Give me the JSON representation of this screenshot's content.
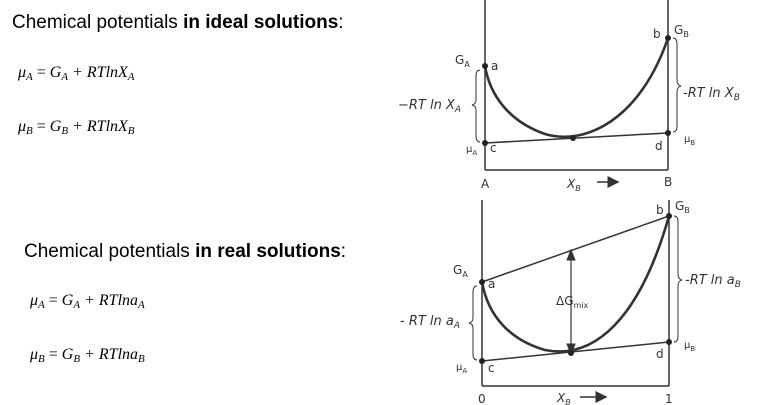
{
  "ideal": {
    "heading_pre": "Chemical potentials ",
    "heading_bold": "in ideal solutions",
    "heading_post": ":",
    "eq1": {
      "lhs": "μ",
      "lhs_sub": "A",
      "rhs_pre": "G",
      "rhs_sub": "A",
      "mid": " + RTlnX",
      "mid_sub": "A"
    },
    "eq2": {
      "lhs": "μ",
      "lhs_sub": "B",
      "rhs_pre": "G",
      "rhs_sub": "B",
      "mid": " + RTlnX",
      "mid_sub": "B"
    }
  },
  "real": {
    "heading_pre": "Chemical potentials ",
    "heading_bold": "in real solutions",
    "heading_post": ":",
    "eq1": {
      "lhs": "μ",
      "lhs_sub": "A",
      "rhs_pre": "G",
      "rhs_sub": "A",
      "mid": " + RTlna",
      "mid_sub": "A"
    },
    "eq2": {
      "lhs": "μ",
      "lhs_sub": "B",
      "rhs_pre": "G",
      "rhs_sub": "B",
      "mid": " + RTlna",
      "mid_sub": "B"
    }
  },
  "equals": "=",
  "diagram_top": {
    "GA": "G",
    "GA_sub": "A",
    "GB": "G",
    "GB_sub": "B",
    "a": "a",
    "b": "b",
    "c": "c",
    "d": "d",
    "muA": "μ",
    "muA_sub": "A",
    "muB": "μ",
    "muB_sub": "B",
    "left_label": "−RT ln X",
    "left_label_sub": "A",
    "right_label": "-RT ln X",
    "right_label_sub": "B",
    "axis_left": "A",
    "axis_right": "B",
    "axis_var": "X",
    "axis_var_sub": "B"
  },
  "diagram_bottom": {
    "GA": "G",
    "GA_sub": "A",
    "GB": "G",
    "GB_sub": "B",
    "a": "a",
    "b": "b",
    "c": "c",
    "d": "d",
    "muA": "μ",
    "muA_sub": "A",
    "muB": "μ",
    "muB_sub": "B",
    "left_label": "- RT ln a",
    "left_label_sub": "A",
    "right_label": "-RT ln a",
    "right_label_sub": "B",
    "dgmix": "ΔG",
    "dgmix_sub": "mix",
    "axis_left": "0",
    "axis_right": "1",
    "axis_var": "X",
    "axis_var_sub": "B"
  }
}
